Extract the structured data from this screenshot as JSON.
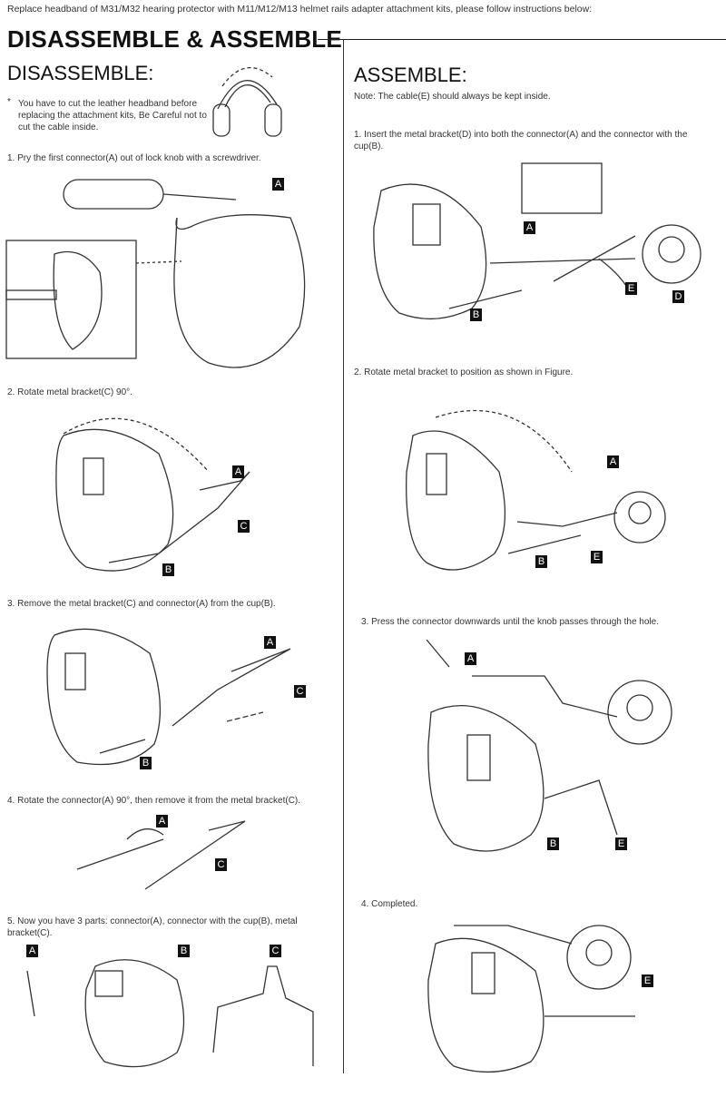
{
  "intro": "Replace headband of M31/M32 hearing protector with M11/M12/M13 helmet rails adapter attachment kits, please follow instructions below:",
  "title": "DISASSEMBLE & ASSEMBLE",
  "disassemble": {
    "heading": "DISASSEMBLE:",
    "bullet": "You have to cut the leather headband before replacing the attachment kits, Be Careful not to cut the cable inside.",
    "steps": [
      "1. Pry the first connector(A) out of lock knob with a screwdriver.",
      "2. Rotate metal bracket(C) 90°.",
      "3. Remove the metal bracket(C) and connector(A) from the cup(B).",
      "4. Rotate the connector(A) 90°, then remove it from the metal bracket(C).",
      "5. Now you have 3 parts: connector(A), connector with the cup(B), metal bracket(C)."
    ],
    "labels": [
      "A",
      "C",
      "A",
      "B",
      "A",
      "C",
      "B",
      "A",
      "C",
      "A",
      "B",
      "C"
    ]
  },
  "assemble": {
    "heading": "ASSEMBLE:",
    "note": "Note: The cable(E) should always be kept inside.",
    "steps": [
      "1. Insert the metal bracket(D) into both the connector(A) and the connector with the cup(B).",
      "2. Rotate metal bracket to position as shown in Figure.",
      "3. Press the connector downwards until the knob passes through the hole.",
      "4. Completed."
    ],
    "labels": [
      "A",
      "E",
      "D",
      "B",
      "A",
      "B",
      "E",
      "A",
      "B",
      "E",
      "E"
    ]
  }
}
